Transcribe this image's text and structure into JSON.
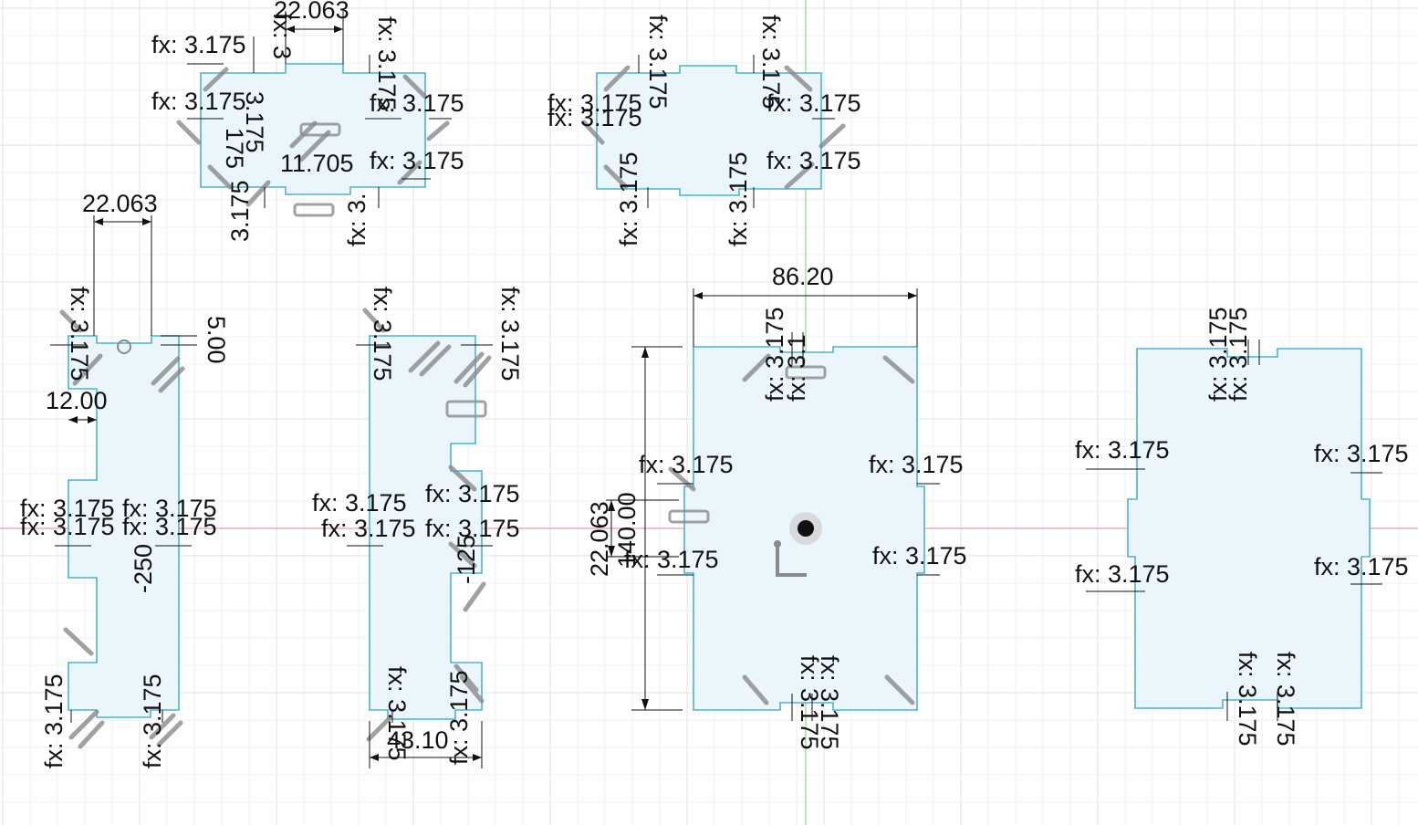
{
  "colors": {
    "part_fill": "#eaf6fc",
    "part_stroke": "#4ab3d0",
    "x_axis": "#e88a8a",
    "y_axis": "#6fd36f",
    "grid": "#dde2e4",
    "dimension": "#111111"
  },
  "origin_icon": "origin-point-icon",
  "axis_icon": "sketch-axis-icon",
  "dimensions": {
    "top_left_width": "22.063",
    "top_left_center": "11.705",
    "top_left_side": "3.175",
    "left_width": "22.063",
    "left_notch": "12.00",
    "left_notch_depth": "5.00",
    "left_vertical": "-250",
    "middle_bottom": "43.10",
    "middle_vertical": "-125",
    "center_width": "86.20",
    "center_height": "140.00",
    "center_offset": "22.063",
    "fx": "fx: 3.175",
    "fx_short": "fx: 3",
    "fx_value": "3.175",
    "fragment_175": "175",
    "fragment_75": "75",
    "fragment_5": "5",
    "fragment_125": "125",
    "fragment_175_dot": ".175",
    "fragment_3": "3",
    "fragment_fx": "fx",
    "fragment_fx_3": "fx: 3.",
    "fragment_fx_3_1": "fx: 3.1",
    "fragment_fx_3_17": "fx: 3.17",
    "fragment_fx_colon": "fx:"
  }
}
